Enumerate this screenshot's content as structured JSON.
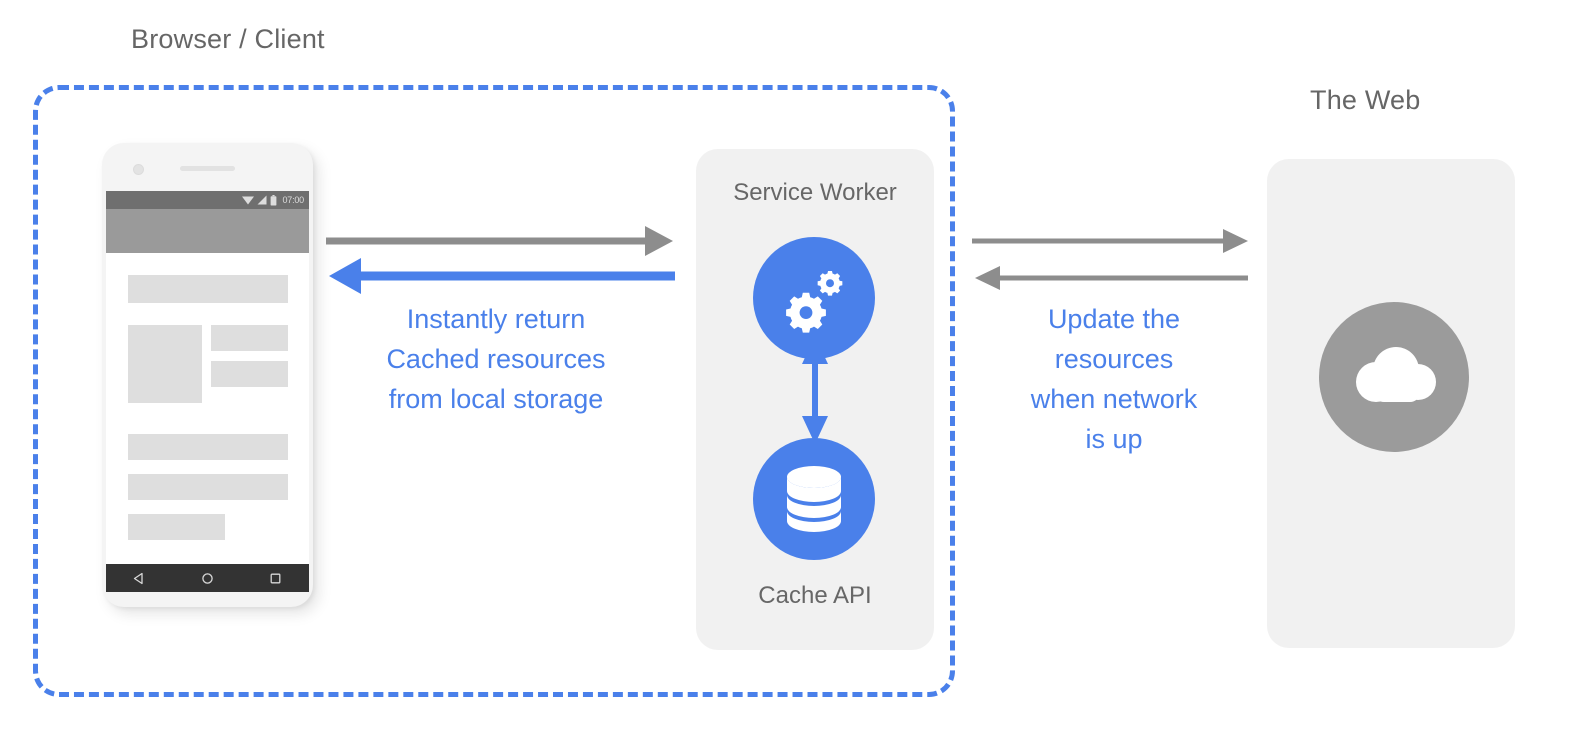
{
  "diagram": {
    "title_browser": "Browser / Client",
    "title_web": "The Web"
  },
  "phone": {
    "status_time": "07:00",
    "brand_text": "",
    "icons": {
      "camera": "camera-icon",
      "speaker": "speaker-grill-icon",
      "wifi": "wifi-icon",
      "signal": "signal-icon",
      "battery": "battery-icon",
      "nav_back": "back-triangle-icon",
      "nav_home": "home-circle-icon",
      "nav_recents": "recents-square-icon"
    }
  },
  "service_worker": {
    "title": "Service Worker",
    "cache_title": "Cache API",
    "gear_icon": "gears-icon",
    "cache_icon": "database-icon"
  },
  "web": {
    "cloud_icon": "cloud-icon"
  },
  "captions": {
    "left": "Instantly return\nCached resources\nfrom local storage",
    "right": "Update the\nresources\nwhen network\nis up"
  },
  "colors": {
    "accent_blue": "#4a80ea",
    "gray_arrow": "#8d8d8d",
    "panel_gray": "#f1f1f1",
    "label_gray": "#666666",
    "cloud_circle_gray": "#9b9b9b"
  },
  "flows": [
    {
      "name": "client-to-service-worker-request",
      "direction": "right",
      "color": "#8d8d8d"
    },
    {
      "name": "service-worker-to-client-cached-response",
      "direction": "left",
      "color": "#4a80ea"
    },
    {
      "name": "service-worker-to-web-request",
      "direction": "right",
      "color": "#8d8d8d"
    },
    {
      "name": "web-to-service-worker-response",
      "direction": "left",
      "color": "#8d8d8d"
    },
    {
      "name": "service-worker-cache-sync",
      "direction": "both",
      "color": "#4a80ea"
    }
  ]
}
